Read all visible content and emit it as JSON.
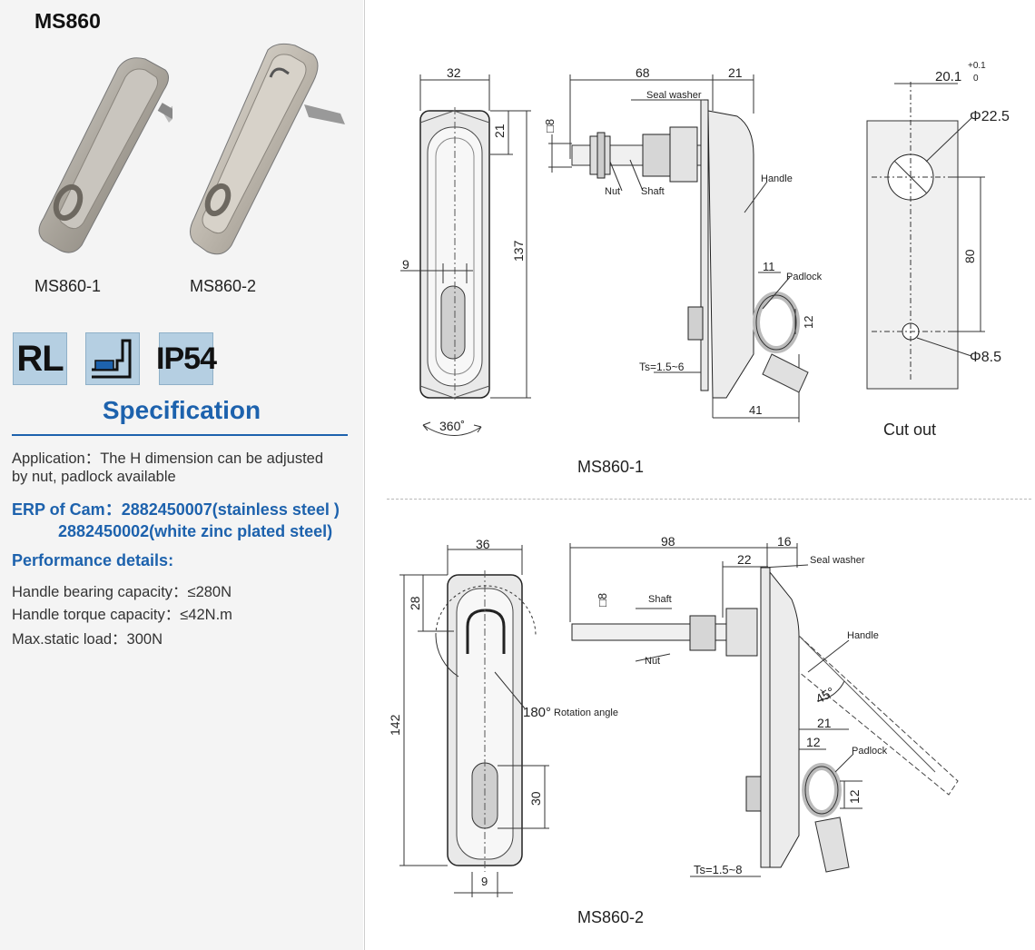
{
  "model": "MS860",
  "photos": {
    "left_label": "MS860-1",
    "right_label": "MS860-2"
  },
  "badges": [
    {
      "text": "RL"
    },
    {
      "icon": "mounting-icon"
    },
    {
      "text": "IP54"
    }
  ],
  "spec": {
    "title": "Specification",
    "application_line1": "Application：The H dimension can be adjusted",
    "application_line2": "by nut, padlock available",
    "erp_line1": "ERP of Cam：2882450007(stainless steel )",
    "erp_line2": "2882450002(white zinc plated steel)",
    "performance_title": "Performance details:",
    "bearing": "Handle bearing capacity：≤280N",
    "torque": "Handle torque capacity：≤42N.m",
    "static_load": "Max.static load：300N"
  },
  "drawing1": {
    "caption": "MS860-1",
    "front": {
      "width": "32",
      "top": "21",
      "height": "137",
      "slot": "9",
      "rotation": "360˚"
    },
    "side": {
      "depth": "68",
      "depth2": "21",
      "square": "□8",
      "seal_washer": "Seal washer",
      "nut": "Nut",
      "shaft": "Shaft",
      "handle": "Handle",
      "padlock": "Padlock",
      "pad_w": "11",
      "pad_h": "12",
      "ts": "Ts=1.5~6",
      "bottom": "41"
    },
    "cutout": {
      "title": "Cut out",
      "offset": "20.1",
      "tol_up": "+0.1",
      "tol_low": "0",
      "hole_big": "Φ22.5",
      "spacing": "80",
      "hole_small": "Φ8.5"
    }
  },
  "drawing2": {
    "caption": "MS860-2",
    "front": {
      "width": "36",
      "top": "28",
      "height": "142",
      "slot_h": "30",
      "slot": "9",
      "rotation": "180°",
      "rotation_label": "Rotation angle"
    },
    "side": {
      "depth": "98",
      "depth2": "16",
      "d22": "22",
      "square": "□8",
      "seal_washer": "Seal washer",
      "shaft": "Shaft",
      "nut": "Nut",
      "handle": "Handle",
      "angle": "45°",
      "d21": "21",
      "d12a": "12",
      "padlock": "Padlock",
      "d12b": "12",
      "ts": "Ts=1.5~8"
    }
  }
}
